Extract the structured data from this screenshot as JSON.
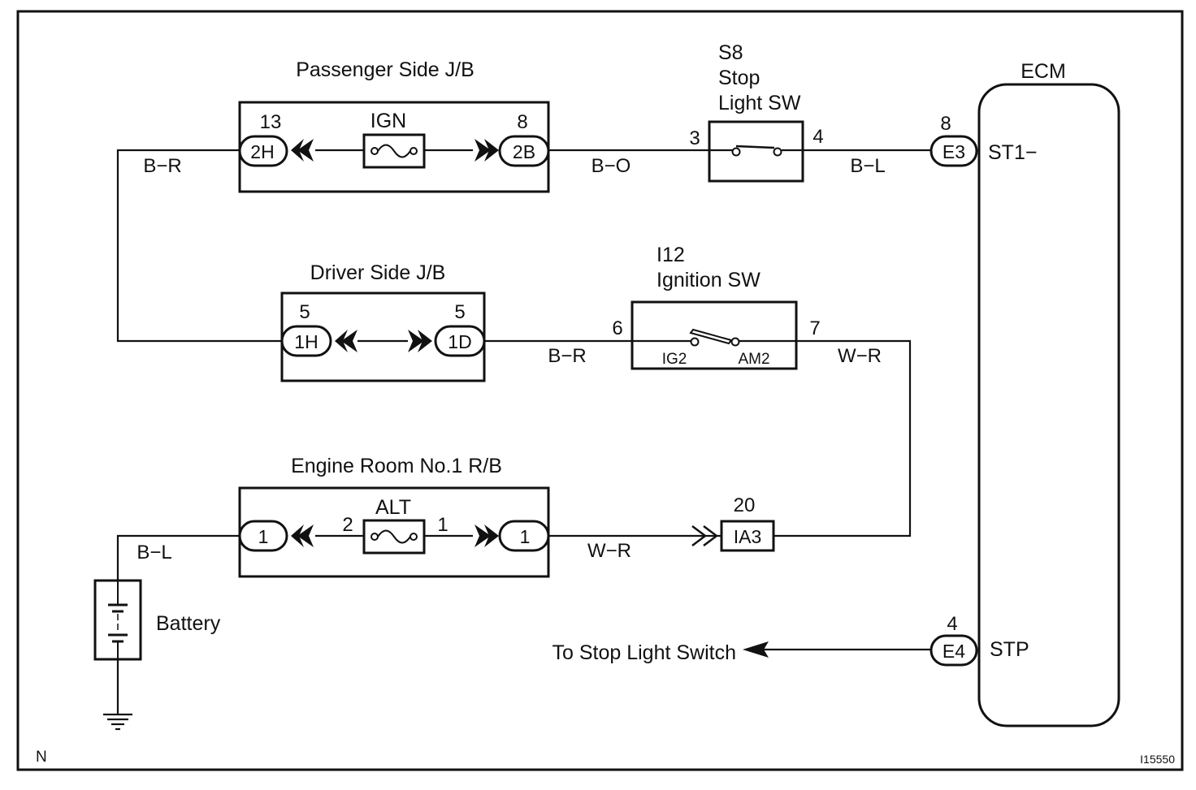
{
  "labels": {
    "passenger_jb": "Passenger Side J/B",
    "driver_jb": "Driver Side J/B",
    "engine_rb": "Engine Room No.1 R/B",
    "stop_sw_code": "S8",
    "stop_sw_name_1": "Stop",
    "stop_sw_name_2": "Light SW",
    "ign_sw_code": "I12",
    "ign_sw_name": "Ignition SW",
    "ecm": "ECM",
    "battery": "Battery",
    "to_stop_light": "To Stop Light Switch",
    "corner_n": "N",
    "figure_id": "I15550"
  },
  "fuses": {
    "ign": "IGN",
    "alt": "ALT"
  },
  "connectors": {
    "p_2h": "2H",
    "p_2b": "2B",
    "d_1h": "1H",
    "d_1d": "1D",
    "e_left": "1",
    "e_right": "1",
    "ia3": "IA3",
    "ecm_e3": "E3",
    "ecm_e4": "E4"
  },
  "pins": {
    "p_2h": "13",
    "p_2b": "8",
    "d_1h": "5",
    "d_1d": "5",
    "alt_left": "2",
    "alt_right": "1",
    "ia3": "20",
    "stop_in": "3",
    "stop_out": "4",
    "ign_in": "6",
    "ign_out": "7",
    "ecm_e3": "8",
    "ecm_e4": "4"
  },
  "terminals": {
    "ig2": "IG2",
    "am2": "AM2",
    "st1": "ST1−",
    "stp": "STP"
  },
  "wires": {
    "br_left": "B−R",
    "bo": "B−O",
    "bl_ecm": "B−L",
    "br_mid": "B−R",
    "wr_top": "W−R",
    "bl_batt": "B−L",
    "wr_bottom": "W−R"
  }
}
